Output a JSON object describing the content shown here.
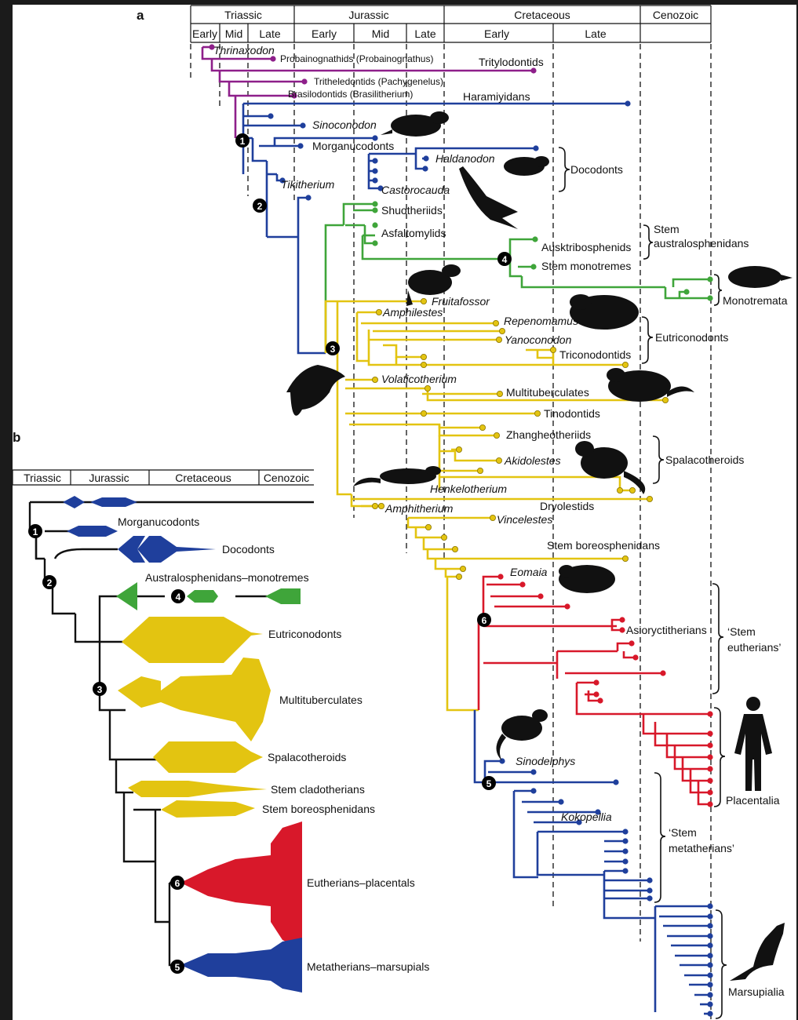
{
  "panel_a": {
    "label": "a",
    "periods": [
      "Triassic",
      "Jurassic",
      "Cretaceous",
      "Cenozoic"
    ],
    "epochs": [
      "Early",
      "Mid",
      "Late",
      "Early",
      "Mid",
      "Late",
      "Early",
      "Late"
    ]
  },
  "panel_b": {
    "label": "b",
    "periods": [
      "Triassic",
      "Jurassic",
      "Cretaceous",
      "Cenozoic"
    ]
  },
  "colors": {
    "purple": "#8e1f8a",
    "blue": "#1f3f9c",
    "green": "#3fa53a",
    "yellow": "#e3c411",
    "red": "#d8182a",
    "black": "#000000"
  },
  "taxa_a": {
    "thrinaxodon": "Thrinaxodon",
    "probainognathids": "Probainognathids (Probainognathus)",
    "tritylodontids": "Tritylodontids",
    "tritheledontids": "Tritheledontids (Pachygenelus)",
    "brasilodontids": "Brasilodontids (Brasilitherium)",
    "haramiyidans": "Haramiyidans",
    "sinoconodon": "Sinoconodon",
    "morganucodonts": "Morganucodonts",
    "haldanodon": "Haldanodon",
    "docodonts": "Docodonts",
    "tikitherium": "Tikitherium",
    "castorocauda": "Castorocauda",
    "shuotheriids": "Shuotheriids",
    "asfaltomylids": "Asfaltomylids",
    "stem_australosphenidans": "Stem australosphenidans",
    "ausktribosphenids": "Ausktribosphenids",
    "stem_monotremes": "Stem monotremes",
    "monotremata": "Monotremata",
    "fruitafossor": "Fruitafossor",
    "amphilestes": "Amphilestes",
    "repenomamus": "Repenomamus",
    "yanoconodon": "Yanoconodon",
    "triconodontids": "Triconodontids",
    "eutriconodonts": "Eutriconodonts",
    "volaticotherium": "Volaticotherium",
    "multituberculates": "Multituberculates",
    "tinodontids": "Tinodontids",
    "zhangheotheriids": "Zhangheotheriids",
    "akidolestes": "Akidolestes",
    "spalacotheroids": "Spalacotheroids",
    "henkelotherium": "Henkelotherium",
    "dryolestids": "Dryolestids",
    "amphitherium": "Amphitherium",
    "vincelestes": "Vincelestes",
    "stem_boreosphenidans": "Stem boreosphenidans",
    "eomaia": "Eomaia",
    "asioryctitherians": "Asioryctitherians",
    "stem_eutherians": "‘Stem eutherians’",
    "placentalia": "Placentalia",
    "sinodelphys": "Sinodelphys",
    "kokopellia": "Kokopellia",
    "stem_metatherians": "‘Stem metatherians’",
    "marsupialia": "Marsupialia"
  },
  "taxa_b": {
    "morganucodonts": "Morganucodonts",
    "docodonts": "Docodonts",
    "australosphenidans": "Australosphenidans–monotremes",
    "eutriconodonts": "Eutriconodonts",
    "multituberculates": "Multituberculates",
    "spalacotheroids": "Spalacotheroids",
    "stem_cladotherians": "Stem cladotherians",
    "stem_boreosphenidans": "Stem boreosphenidans",
    "eutherians": "Eutherians–placentals",
    "metatherians": "Metatherians–marsupials"
  },
  "nodes": [
    "1",
    "2",
    "3",
    "4",
    "5",
    "6"
  ]
}
